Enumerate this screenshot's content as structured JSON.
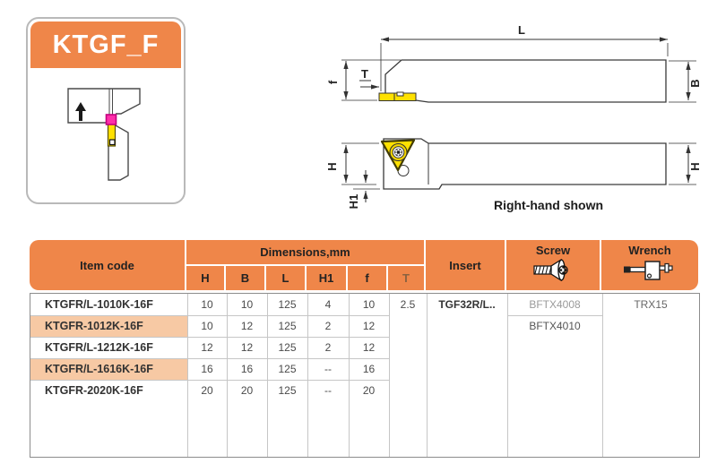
{
  "card": {
    "title": "KTGF_F",
    "arrow_icon": "feed-direction-up-arrow"
  },
  "drawings": {
    "top_view": {
      "labels": {
        "L": "L",
        "f": "f",
        "T": "T",
        "B": "B"
      }
    },
    "side_view": {
      "labels": {
        "H": "H",
        "H1": "H1"
      },
      "caption": "Right-hand shown"
    }
  },
  "table": {
    "header": {
      "item_code": "Item code",
      "dimensions": "Dimensions,mm",
      "dims": [
        "H",
        "B",
        "L",
        "H1",
        "f",
        "T"
      ],
      "insert": "Insert",
      "screw": "Screw",
      "wrench": "Wrench"
    },
    "rows": [
      {
        "code": "KTGFR/L-1010K-16F",
        "H": "10",
        "B": "10",
        "L": "125",
        "H1": "4",
        "f": "10",
        "highlight": false
      },
      {
        "code": "KTGFR-1012K-16F",
        "H": "10",
        "B": "12",
        "L": "125",
        "H1": "2",
        "f": "12",
        "highlight": true
      },
      {
        "code": "KTGFR/L-1212K-16F",
        "H": "12",
        "B": "12",
        "L": "125",
        "H1": "2",
        "f": "12",
        "highlight": false
      },
      {
        "code": "KTGFR/L-1616K-16F",
        "H": "16",
        "B": "16",
        "L": "125",
        "H1": "--",
        "f": "16",
        "highlight": true
      },
      {
        "code": "KTGFR-2020K-16F",
        "H": "20",
        "B": "20",
        "L": "125",
        "H1": "--",
        "f": "20",
        "highlight": false
      }
    ],
    "merged": {
      "t": "2.5",
      "insert": "TGF32R/L..",
      "screw_top": "BFTX4008",
      "screw_bottom": "BFTX4010",
      "wrench": "TRX15"
    }
  },
  "colors": {
    "accent_orange": "#EF8649",
    "row_highlight": "#F7C9A4",
    "insert_yellow": "#FFE100",
    "magenta": "#FF2FA9",
    "t_header_text": "#8a6240"
  }
}
